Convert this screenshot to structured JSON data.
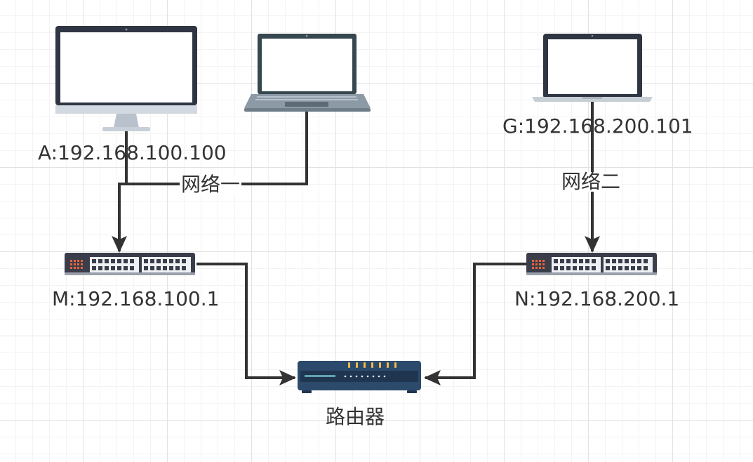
{
  "nodes": {
    "host_a": {
      "label": "A:192.168.100.100",
      "icon": "desktop-monitor-icon"
    },
    "laptop_1": {
      "label": "",
      "icon": "laptop-icon"
    },
    "host_g": {
      "label": "G:192.168.200.101",
      "icon": "laptop-icon"
    },
    "switch_m": {
      "label": "M:192.168.100.1",
      "icon": "network-switch-icon"
    },
    "switch_n": {
      "label": "N:192.168.200.1",
      "icon": "network-switch-icon"
    },
    "router": {
      "label": "路由器",
      "icon": "router-icon"
    }
  },
  "edges": {
    "network_one": {
      "label": "网络一"
    },
    "network_two": {
      "label": "网络二"
    }
  },
  "colors": {
    "line": "#333333",
    "device_dark": "#2f3542",
    "laptop_body": "#37474f",
    "switch_port_accent": "#e8643b",
    "router_body": "#2c4a6b",
    "router_led": "#f0b94b"
  }
}
